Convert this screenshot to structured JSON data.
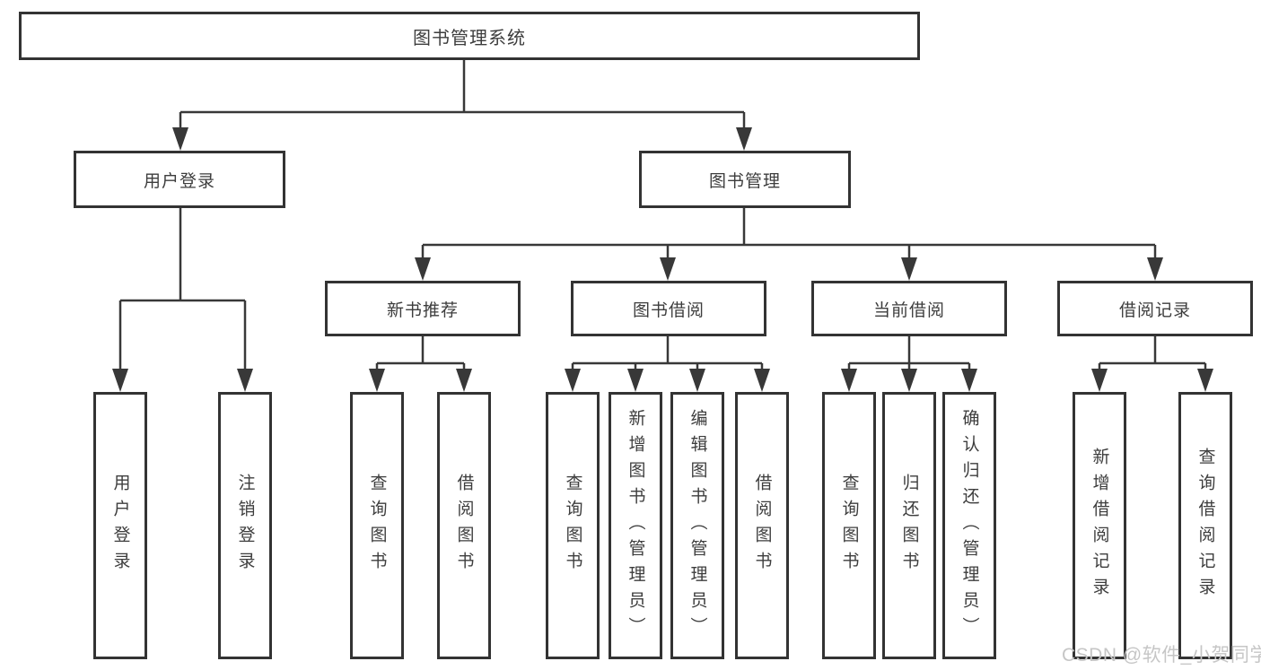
{
  "nodes": {
    "root": {
      "label": "图书管理系统"
    },
    "branches": [
      {
        "label": "用户登录",
        "children": [
          {
            "label": "用户登录"
          },
          {
            "label": "注销登录"
          }
        ]
      },
      {
        "label": "图书管理",
        "children": [
          {
            "label": "新书推荐",
            "children": [
              {
                "label": "查询图书"
              },
              {
                "label": "借阅图书"
              }
            ]
          },
          {
            "label": "图书借阅",
            "children": [
              {
                "label": "查询图书"
              },
              {
                "label": "新增图书（管理员）"
              },
              {
                "label": "编辑图书（管理员）"
              },
              {
                "label": "借阅图书"
              }
            ]
          },
          {
            "label": "当前借阅",
            "children": [
              {
                "label": "查询图书"
              },
              {
                "label": "归还图书"
              },
              {
                "label": "确认归还（管理员）"
              }
            ]
          },
          {
            "label": "借阅记录",
            "children": [
              {
                "label": "新增借阅记录"
              },
              {
                "label": "查询借阅记录"
              }
            ]
          }
        ]
      }
    ]
  },
  "watermark": {
    "text": "CSDN @软件_小贺同学"
  },
  "colors": {
    "line": "#383838",
    "box_border": "#333333",
    "text": "#3d3d3d",
    "watermark": "#c6c6c6",
    "background": "#ffffff"
  }
}
